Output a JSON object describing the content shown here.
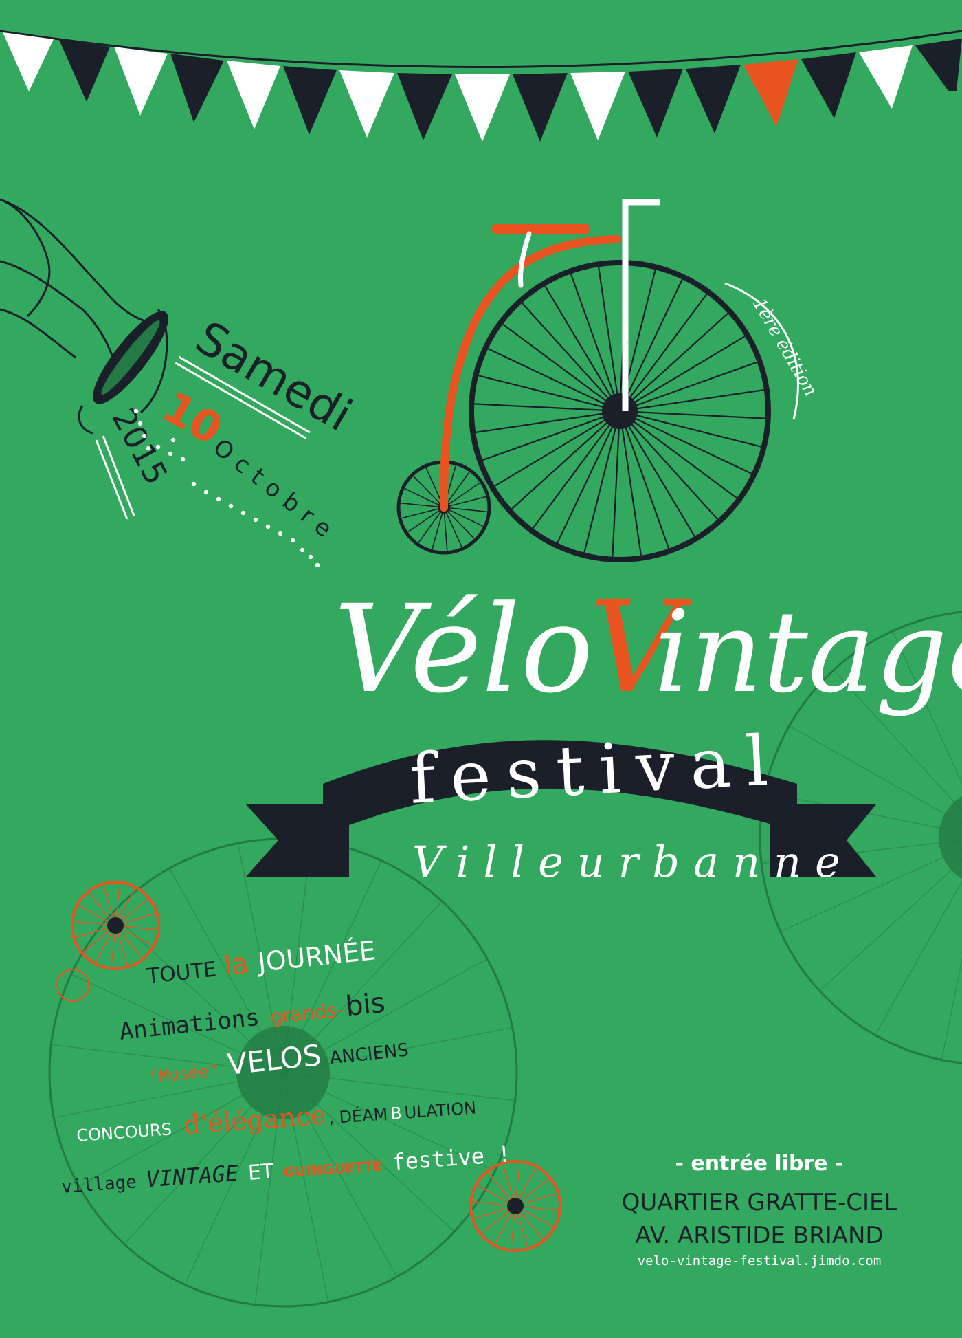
{
  "colors": {
    "background": "#33a85f",
    "dark": "#1b1f2a",
    "white": "#ffffff",
    "orange": "#e8531f",
    "wheel_faint": "#237a44"
  },
  "date": {
    "weekday": "Samedi",
    "day": "10",
    "month": "Octobre",
    "year": "2015"
  },
  "edition": "1ère édition",
  "title": {
    "velo": "Vélo",
    "vintage_initial": "V",
    "vintage_rest": "intage",
    "festival": "festival",
    "city": "Villeurbanne"
  },
  "program": {
    "line1": {
      "w1": "TOUTE",
      "w2": "la",
      "w3": "JOURNÉE"
    },
    "line2": {
      "w1": "Animations",
      "w2": "grands-",
      "w3": "bis"
    },
    "line3": {
      "w1": "\"Musée\"",
      "w2": "VELOS",
      "w3": "ANCIENS"
    },
    "line4": {
      "w1": "CONCOURS",
      "w2": "d'élégance",
      "w3": ", DÉAM",
      "w4": "B",
      "w5": "ULATION"
    },
    "line5": {
      "w1": "village",
      "w2": "VINTAGE",
      "w3": "ET",
      "w4": "GUINGUETTE",
      "w5": "festive !"
    }
  },
  "info": {
    "entry": "- entrée libre -",
    "district": "QUARTIER GRATTE-CIEL",
    "avenue": "AV. ARISTIDE BRIAND",
    "website": "velo-vintage-festival.jimdo.com"
  },
  "icons": {
    "bunting": "bunting-flags",
    "trumpet": "trumpet-icon",
    "penny_farthing": "penny-farthing-bicycle-icon",
    "ribbon": "ribbon-banner"
  }
}
